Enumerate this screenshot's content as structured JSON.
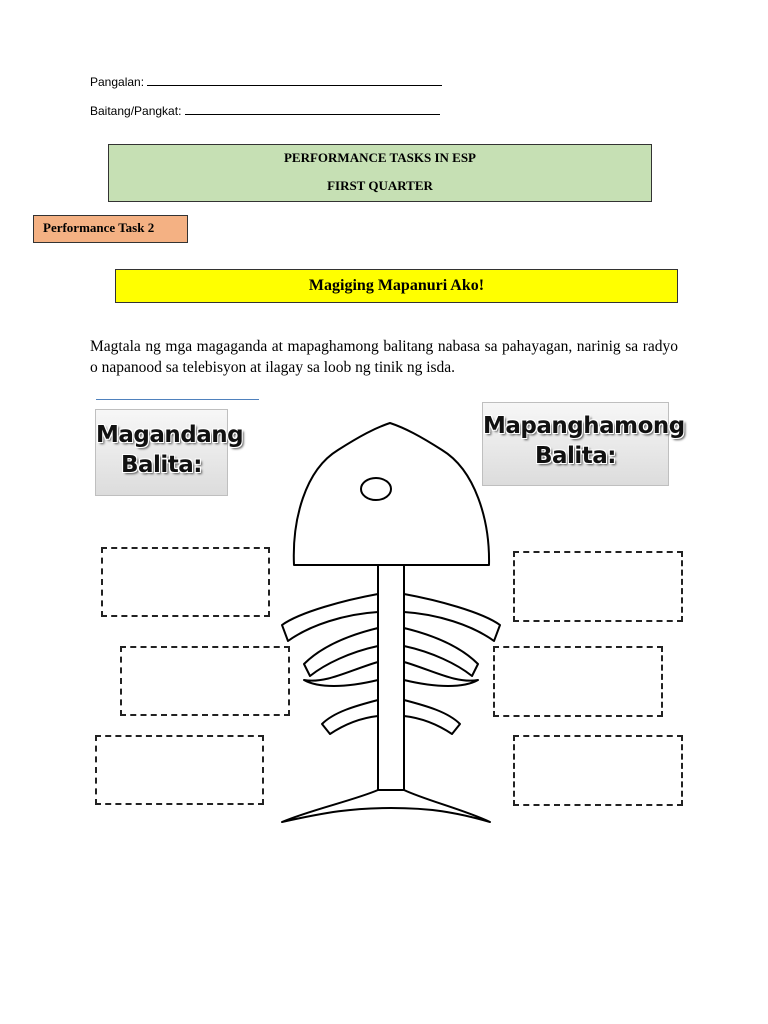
{
  "header": {
    "name_label": "Pangalan:",
    "grade_label": "Baitang/Pangkat:"
  },
  "title": {
    "line1": "PERFORMANCE TASKS IN ESP",
    "line2": "FIRST QUARTER"
  },
  "task_label": "Performance Task 2",
  "banner": "Magiging Mapanuri Ako!",
  "instructions": "Magtala ng mga magaganda at mapaghamong balitang nabasa sa pahayagan, narinig sa radyo o napanood sa telebisyon at ilagay sa loob ng tinik ng isda.",
  "labels": {
    "left_line1": "Magandang",
    "left_line2": "Balita:",
    "right_line1": "Mapanghamong",
    "right_line2": "Balita:"
  }
}
